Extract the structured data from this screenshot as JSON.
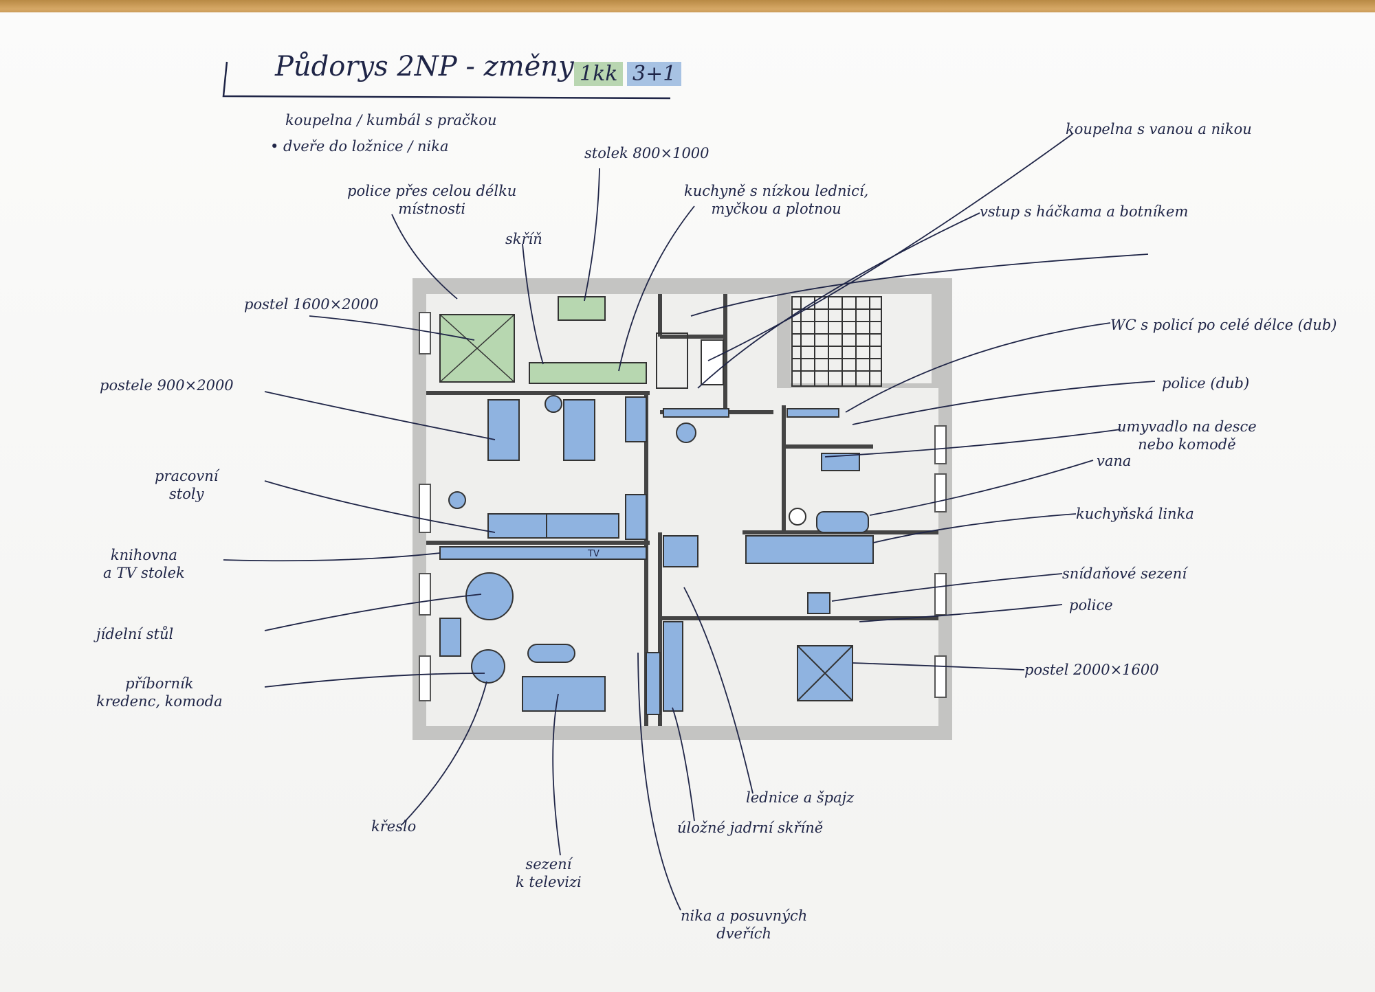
{
  "title": {
    "main": "Půdorys 2NP - změny",
    "tag_1kk": "1kk",
    "tag_3plus1": "3+1"
  },
  "colors": {
    "ink": "#1f2547",
    "blue_furniture": "#8fb3e0",
    "green_furniture": "#b7d7b0",
    "wall_grey": "#bdbdbd",
    "paper": "#f7f7f5"
  },
  "labels": {
    "koupelna_kumbal": "koupelna / kumbál s pračkou",
    "dvere_loznice": "• dveře do ložnice / nika",
    "stolek": "stolek 800×1000",
    "police_pres_celou": "police přes celou délku\nmístnosti",
    "skrin": "skříň",
    "kuchyne": "kuchyně s nízkou lednicí,\nmyčkou a plotnou",
    "koupelna_vanou": "koupelna s vanou a nikou",
    "vstup": "vstup s háčkama a botníkem",
    "postel_1600": "postel 1600×2000",
    "wc": "WC s policí po celé délce (dub)",
    "postele_900": "postele 900×2000",
    "police_dub": "police (dub)",
    "umyvadlo": "umyvadlo na desce\nnebo komodě",
    "pracovni_stoly": "pracovní\nstoly",
    "vana": "vana",
    "kuchynska_linka": "kuchyňská linka",
    "knihovna": "knihovna\na TV stolek",
    "snidanove_sezeni": "snídaňové sezení",
    "police": "police",
    "jidelni_stul": "jídelní stůl",
    "postel_2000": "postel 2000×1600",
    "pribornik": "příborník\nkredenc, komoda",
    "lednice": "lednice a špajz",
    "ulozne_skrine": "úložné jadrní skříně",
    "kreslo": "křeslo",
    "sezeni_televizi": "sezení\nk televizi",
    "nika_dverich": "nika a posuvných\ndveřích",
    "tv_mark": "TV"
  }
}
